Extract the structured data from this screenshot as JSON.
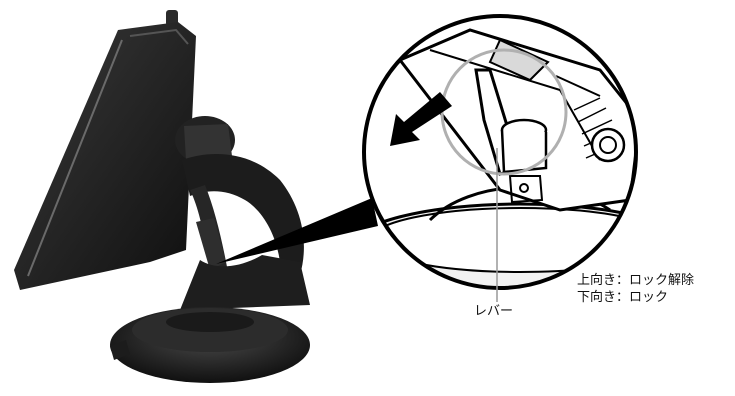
{
  "callouts": {
    "lever": "レバー",
    "lock_up": "上向き：ロック解除",
    "lock_down": "下向き：ロック"
  },
  "icons": {
    "direction_arrow": "arrow-down-left-icon"
  },
  "colors": {
    "device_dark": "#1a1a1a",
    "highlight_ring": "#b0b0b0",
    "outline": "#000000"
  }
}
